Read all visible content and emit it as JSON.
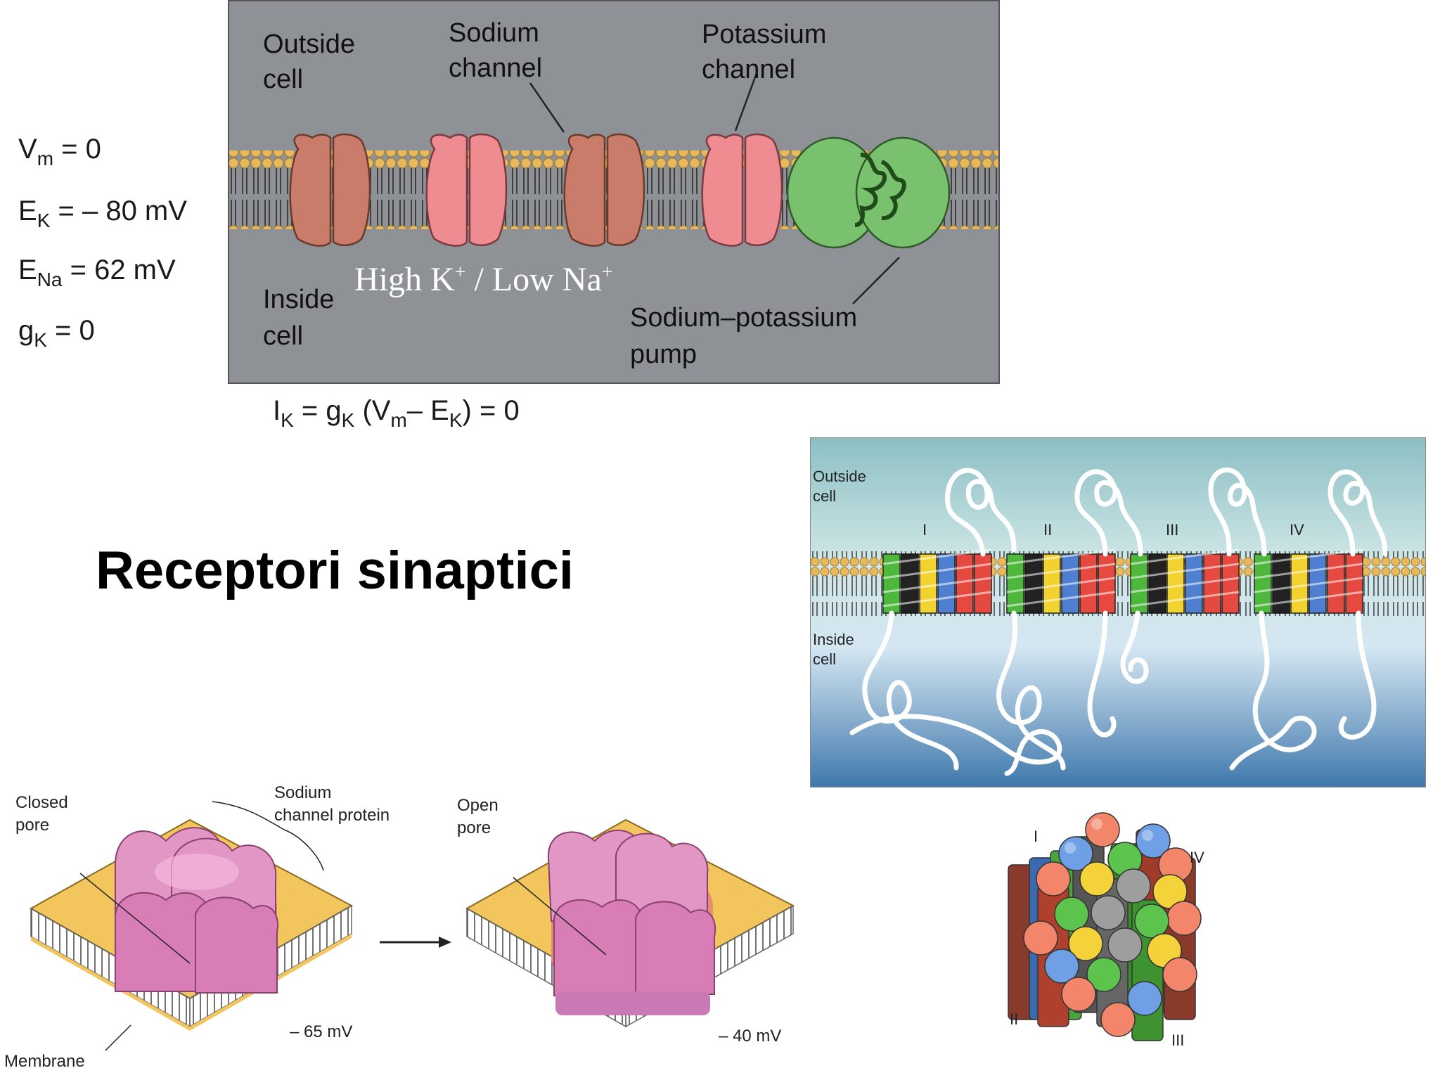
{
  "left_equations": {
    "vm": {
      "sym": "V",
      "sub": "m",
      "rest": " = 0"
    },
    "ek": {
      "sym": "E",
      "sub": "K",
      "rest": " = – 80 mV"
    },
    "ena": {
      "sym": "E",
      "sub": "Na",
      "rest": " = 62 mV"
    },
    "gk": {
      "sym": "g",
      "sub": "K",
      "rest": " = 0"
    }
  },
  "membrane_figure": {
    "outside_cell": "Outside\ncell",
    "sodium_channel": "Sodium\nchannel",
    "potassium_channel": "Potassium\nchannel",
    "inside_cell": "Inside\ncell",
    "concentration": {
      "a": "High K",
      "b": " / Low Na"
    },
    "pump": "Sodium–potassium\npump",
    "background_color": "#8e9297",
    "channel_color": "#c97c6a",
    "channel_color_light": "#ef8c92",
    "pump_color": "#79c06f"
  },
  "current_equation": {
    "i": "I",
    "i_sub": "K",
    "eq1": " = g",
    "g_sub": "K",
    "mid": " (V",
    "v_sub": "m",
    "minus": "– E",
    "e_sub": "K",
    "end": ") = 0"
  },
  "slide_title": "Receptori sinaptici",
  "topology_figure": {
    "outside_cell": "Outside\ncell",
    "inside_cell": "Inside\ncell",
    "domains": [
      "I",
      "II",
      "III",
      "IV"
    ]
  },
  "pore_figure": {
    "closed_pore": "Closed\npore",
    "channel_protein": "Sodium\nchannel protein",
    "open_pore": "Open\npore",
    "membrane": "Membrane",
    "closed_voltage": "– 65 mV",
    "open_voltage": "– 40 mV"
  },
  "barrel_figure": {
    "labels": [
      "I",
      "IV",
      "II",
      "III"
    ]
  }
}
